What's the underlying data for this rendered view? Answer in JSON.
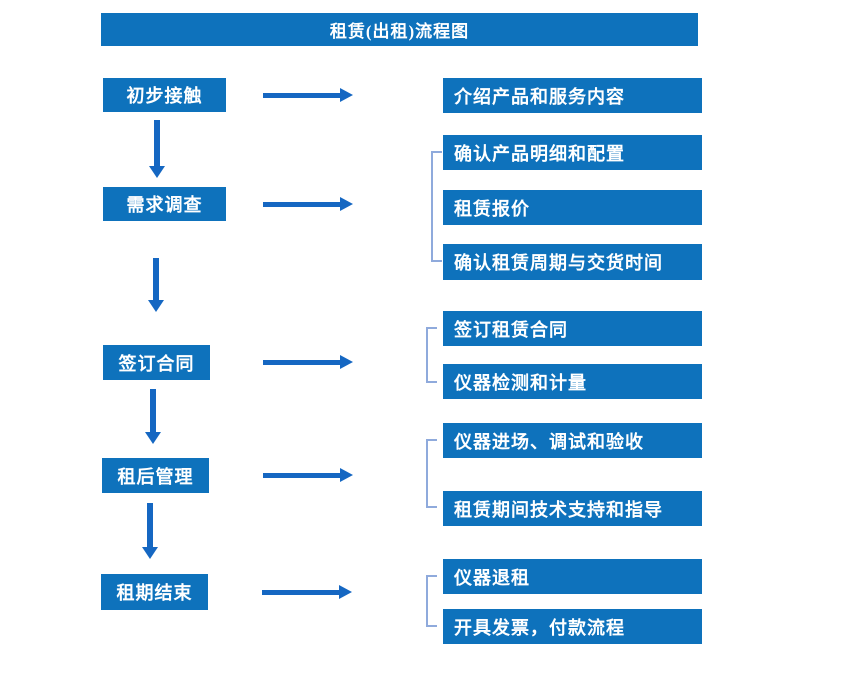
{
  "title": "租赁(出租)流程图",
  "colors": {
    "box_blue": "#0E72BC",
    "arrow_blue": "#1567C2",
    "bracket_blue": "#8FAADC",
    "text_white": "#FFFFFF",
    "background": "#FFFFFF"
  },
  "steps": [
    {
      "label": "初步接触",
      "details": [
        "介绍产品和服务内容"
      ]
    },
    {
      "label": "需求调查",
      "details": [
        "确认产品明细和配置",
        "租赁报价",
        "确认租赁周期与交货时间"
      ]
    },
    {
      "label": "签订合同",
      "details": [
        "签订租赁合同",
        "仪器检测和计量"
      ]
    },
    {
      "label": "租后管理",
      "details": [
        "仪器进场、调试和验收",
        "租赁期间技术支持和指导"
      ]
    },
    {
      "label": "租期结束",
      "details": [
        "仪器退租",
        "开具发票，付款流程"
      ]
    }
  ]
}
